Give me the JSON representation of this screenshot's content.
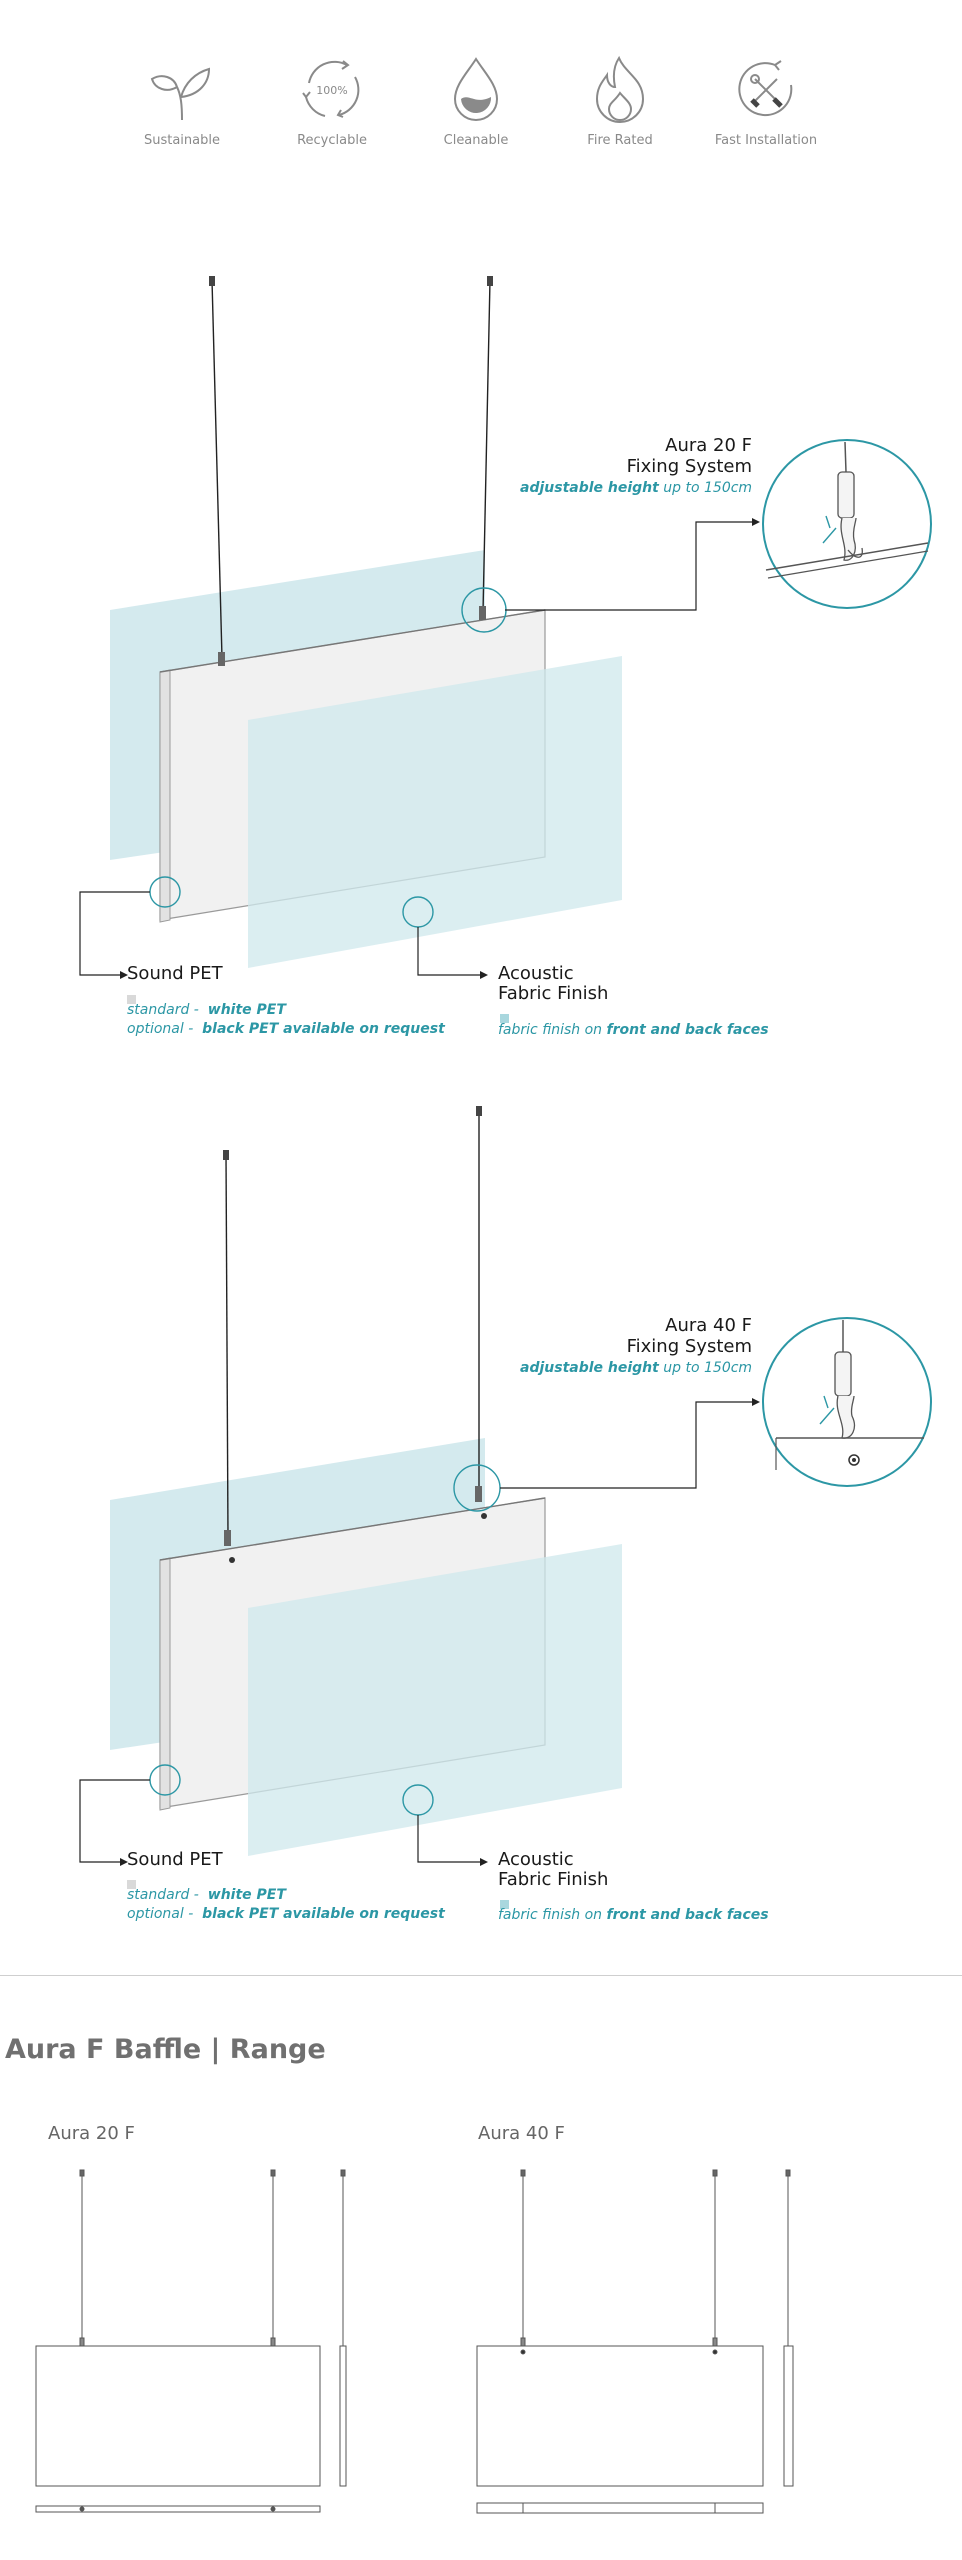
{
  "features": [
    {
      "icon": "sprout-icon",
      "label": "Sustainable"
    },
    {
      "icon": "recycle-icon",
      "label": "Recyclable",
      "badge": "100%"
    },
    {
      "icon": "water-drop-icon",
      "label": "Cleanable"
    },
    {
      "icon": "flame-icon",
      "label": "Fire Rated"
    },
    {
      "icon": "tools-icon",
      "label": "Fast Installation"
    }
  ],
  "colors": {
    "accent": "#2c97a5",
    "panel_tint": "#cfe8ec",
    "icon_gray": "#8a8a8a"
  },
  "diagrams": [
    {
      "fixing_title_1": "Aura 20 F",
      "fixing_title_2": "Fixing System",
      "fixing_sub_bold": "adjustable height",
      "fixing_sub_rest": "up to 150cm",
      "pet_title": "Sound PET",
      "pet_standard_prefix": "standard -",
      "pet_standard_value": "white PET",
      "pet_optional_prefix": "optional -",
      "pet_optional_value": "black PET available on request",
      "fabric_title_1": "Acoustic",
      "fabric_title_2": "Fabric Finish",
      "fabric_sub_prefix": "fabric finish on",
      "fabric_sub_value": "front and back faces"
    },
    {
      "fixing_title_1": "Aura 40 F",
      "fixing_title_2": "Fixing System",
      "fixing_sub_bold": "adjustable height",
      "fixing_sub_rest": "up to 150cm",
      "pet_title": "Sound PET",
      "pet_standard_prefix": "standard -",
      "pet_standard_value": "white PET",
      "pet_optional_prefix": "optional -",
      "pet_optional_value": "black PET available on request",
      "fabric_title_1": "Acoustic",
      "fabric_title_2": "Fabric Finish",
      "fabric_sub_prefix": "fabric finish on",
      "fabric_sub_value": "front and back faces"
    }
  ],
  "range": {
    "title": "Aura F Baffle | Range",
    "items": [
      "Aura 20 F",
      "Aura 40 F"
    ]
  }
}
